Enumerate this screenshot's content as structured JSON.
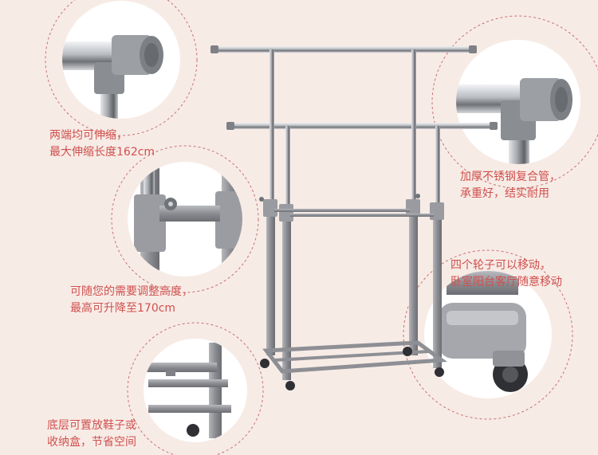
{
  "captions": {
    "telescopic": {
      "line1": "两端均可伸缩，",
      "line2": "最大伸缩长度162cm"
    },
    "steel": {
      "line1": "加厚不锈钢复合管，",
      "line2": "承重好，结实耐用"
    },
    "wheels": {
      "line1": "四个轮子可以移动，",
      "line2": "卧室阳台客厅随意移动"
    },
    "height": {
      "line1": "可随您的需要调整高度，",
      "line2": "最高可升降至170cm"
    },
    "bottom": {
      "line1": "底层可置放鞋子或",
      "line2": "收纳盒，节省空间"
    }
  },
  "colors": {
    "background": "#f7ebe6",
    "caption": "#d0504d",
    "dashed_ring": "#c8736f",
    "frame": "#8d8f94",
    "chrome": "#c9cbcf"
  }
}
